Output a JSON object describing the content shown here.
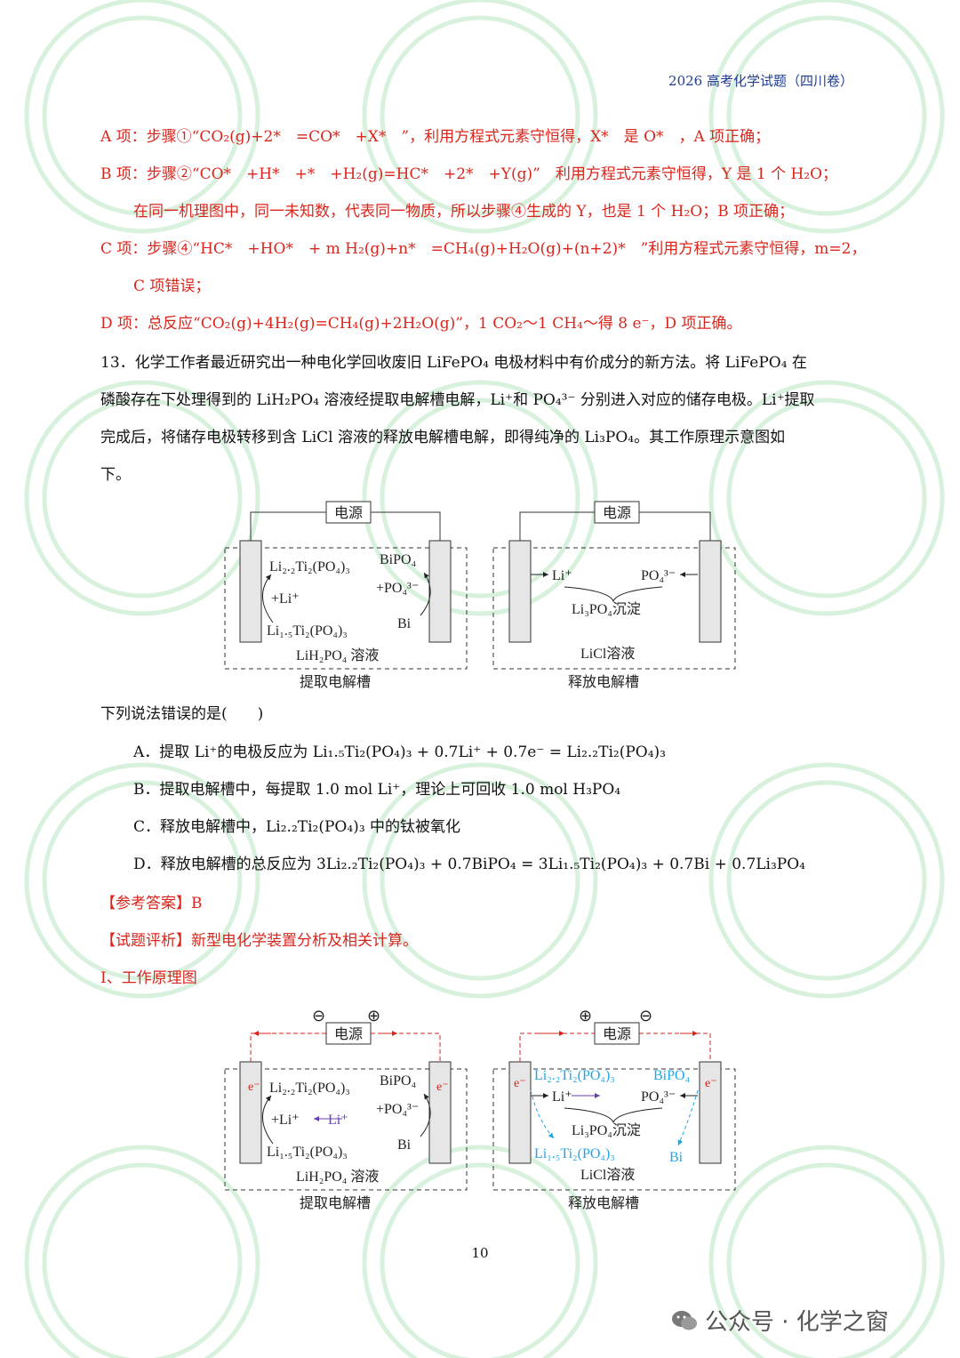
{
  "header": {
    "title": "2026 高考化学试题（四川卷）"
  },
  "analysis_lines": {
    "a": "A 项：步骤①“CO₂(g)+2*　=CO*　+X*　”，利用方程式元素守恒得，X*　是 O*　，A 项正确；",
    "b1": "B 项：步骤②“CO*　+H*　+*　+H₂(g)=HC*　+2*　+Y(g)”　利用方程式元素守恒得，Y 是 1 个 H₂O；",
    "b2": "在同一机理图中，同一未知数，代表同一物质，所以步骤④生成的 Y，也是 1 个 H₂O；B 项正确；",
    "c1": "C 项：步骤④“HC*　+HO*　+ m H₂(g)+n*　=CH₄(g)+H₂O(g)+(n+2)*　”利用方程式元素守恒得，m=2，",
    "c2": "C 项错误；",
    "d": "D 项：总反应“CO₂(g)+4H₂(g)=CH₄(g)+2H₂O(g)”，1 CO₂～1 CH₄～得 8 e⁻，D 项正确。"
  },
  "question": {
    "stem1": "13．化学工作者最近研究出一种电化学回收废旧 LiFePO₄ 电极材料中有价成分的新方法。将 LiFePO₄ 在",
    "stem2": "磷酸存在下处理得到的 LiH₂PO₄ 溶液经提取电解槽电解，Li⁺和 PO₄³⁻ 分别进入对应的储存电极。Li⁺提取",
    "stem3": "完成后，将储存电极转移到含 LiCl 溶液的释放电解槽电解，即得纯净的 Li₃PO₄。其工作原理示意图如",
    "stem4": "下。",
    "prompt": "下列说法错误的是(　　)",
    "options": [
      "A．提取 Li⁺的电极反应为 Li₁.₅Ti₂(PO₄)₃ + 0.7Li⁺ + 0.7e⁻ = Li₂.₂Ti₂(PO₄)₃",
      "B．提取电解槽中，每提取 1.0 mol Li⁺，理论上可回收 1.0 mol H₃PO₄",
      "C．释放电解槽中，Li₂.₂Ti₂(PO₄)₃ 中的钛被氧化",
      "D．释放电解槽的总反应为 3Li₂.₂Ti₂(PO₄)₃ + 0.7BiPO₄ = 3Li₁.₅Ti₂(PO₄)₃ + 0.7Bi + 0.7Li₃PO₄"
    ],
    "answer": "【参考答案】B",
    "comment": "【试题评析】新型电化学装置分析及相关计算。",
    "section": "I、工作原理图"
  },
  "diagram": {
    "power": "电源",
    "left_cell": "提取电解槽",
    "right_cell": "释放电解槽",
    "li22": "Li₂.₂Ti₂(PO₄)₃",
    "li15": "Li₁.₅Ti₂(PO₄)₃",
    "plus_li": "+Li⁺",
    "bipo4": "BiPO₄",
    "plus_po4": "+PO₄³⁻",
    "bi": "Bi",
    "lih2po4": "LiH₂PO₄ 溶液",
    "li_ion": "Li⁺",
    "po4": "PO₄³⁻",
    "li3po4": "Li₃PO₄沉淀",
    "licl": "LiCl溶液",
    "minus_sign": "⊖",
    "plus_sign": "⊕",
    "electron": "e⁻"
  },
  "page_number": "10",
  "footer": {
    "wechat": "公众号 · 化学之窗"
  },
  "colors": {
    "red": "#d9261c",
    "blue": "#1ea7e6",
    "purple": "#6b3fb0",
    "watermark": "#4cc46a"
  }
}
